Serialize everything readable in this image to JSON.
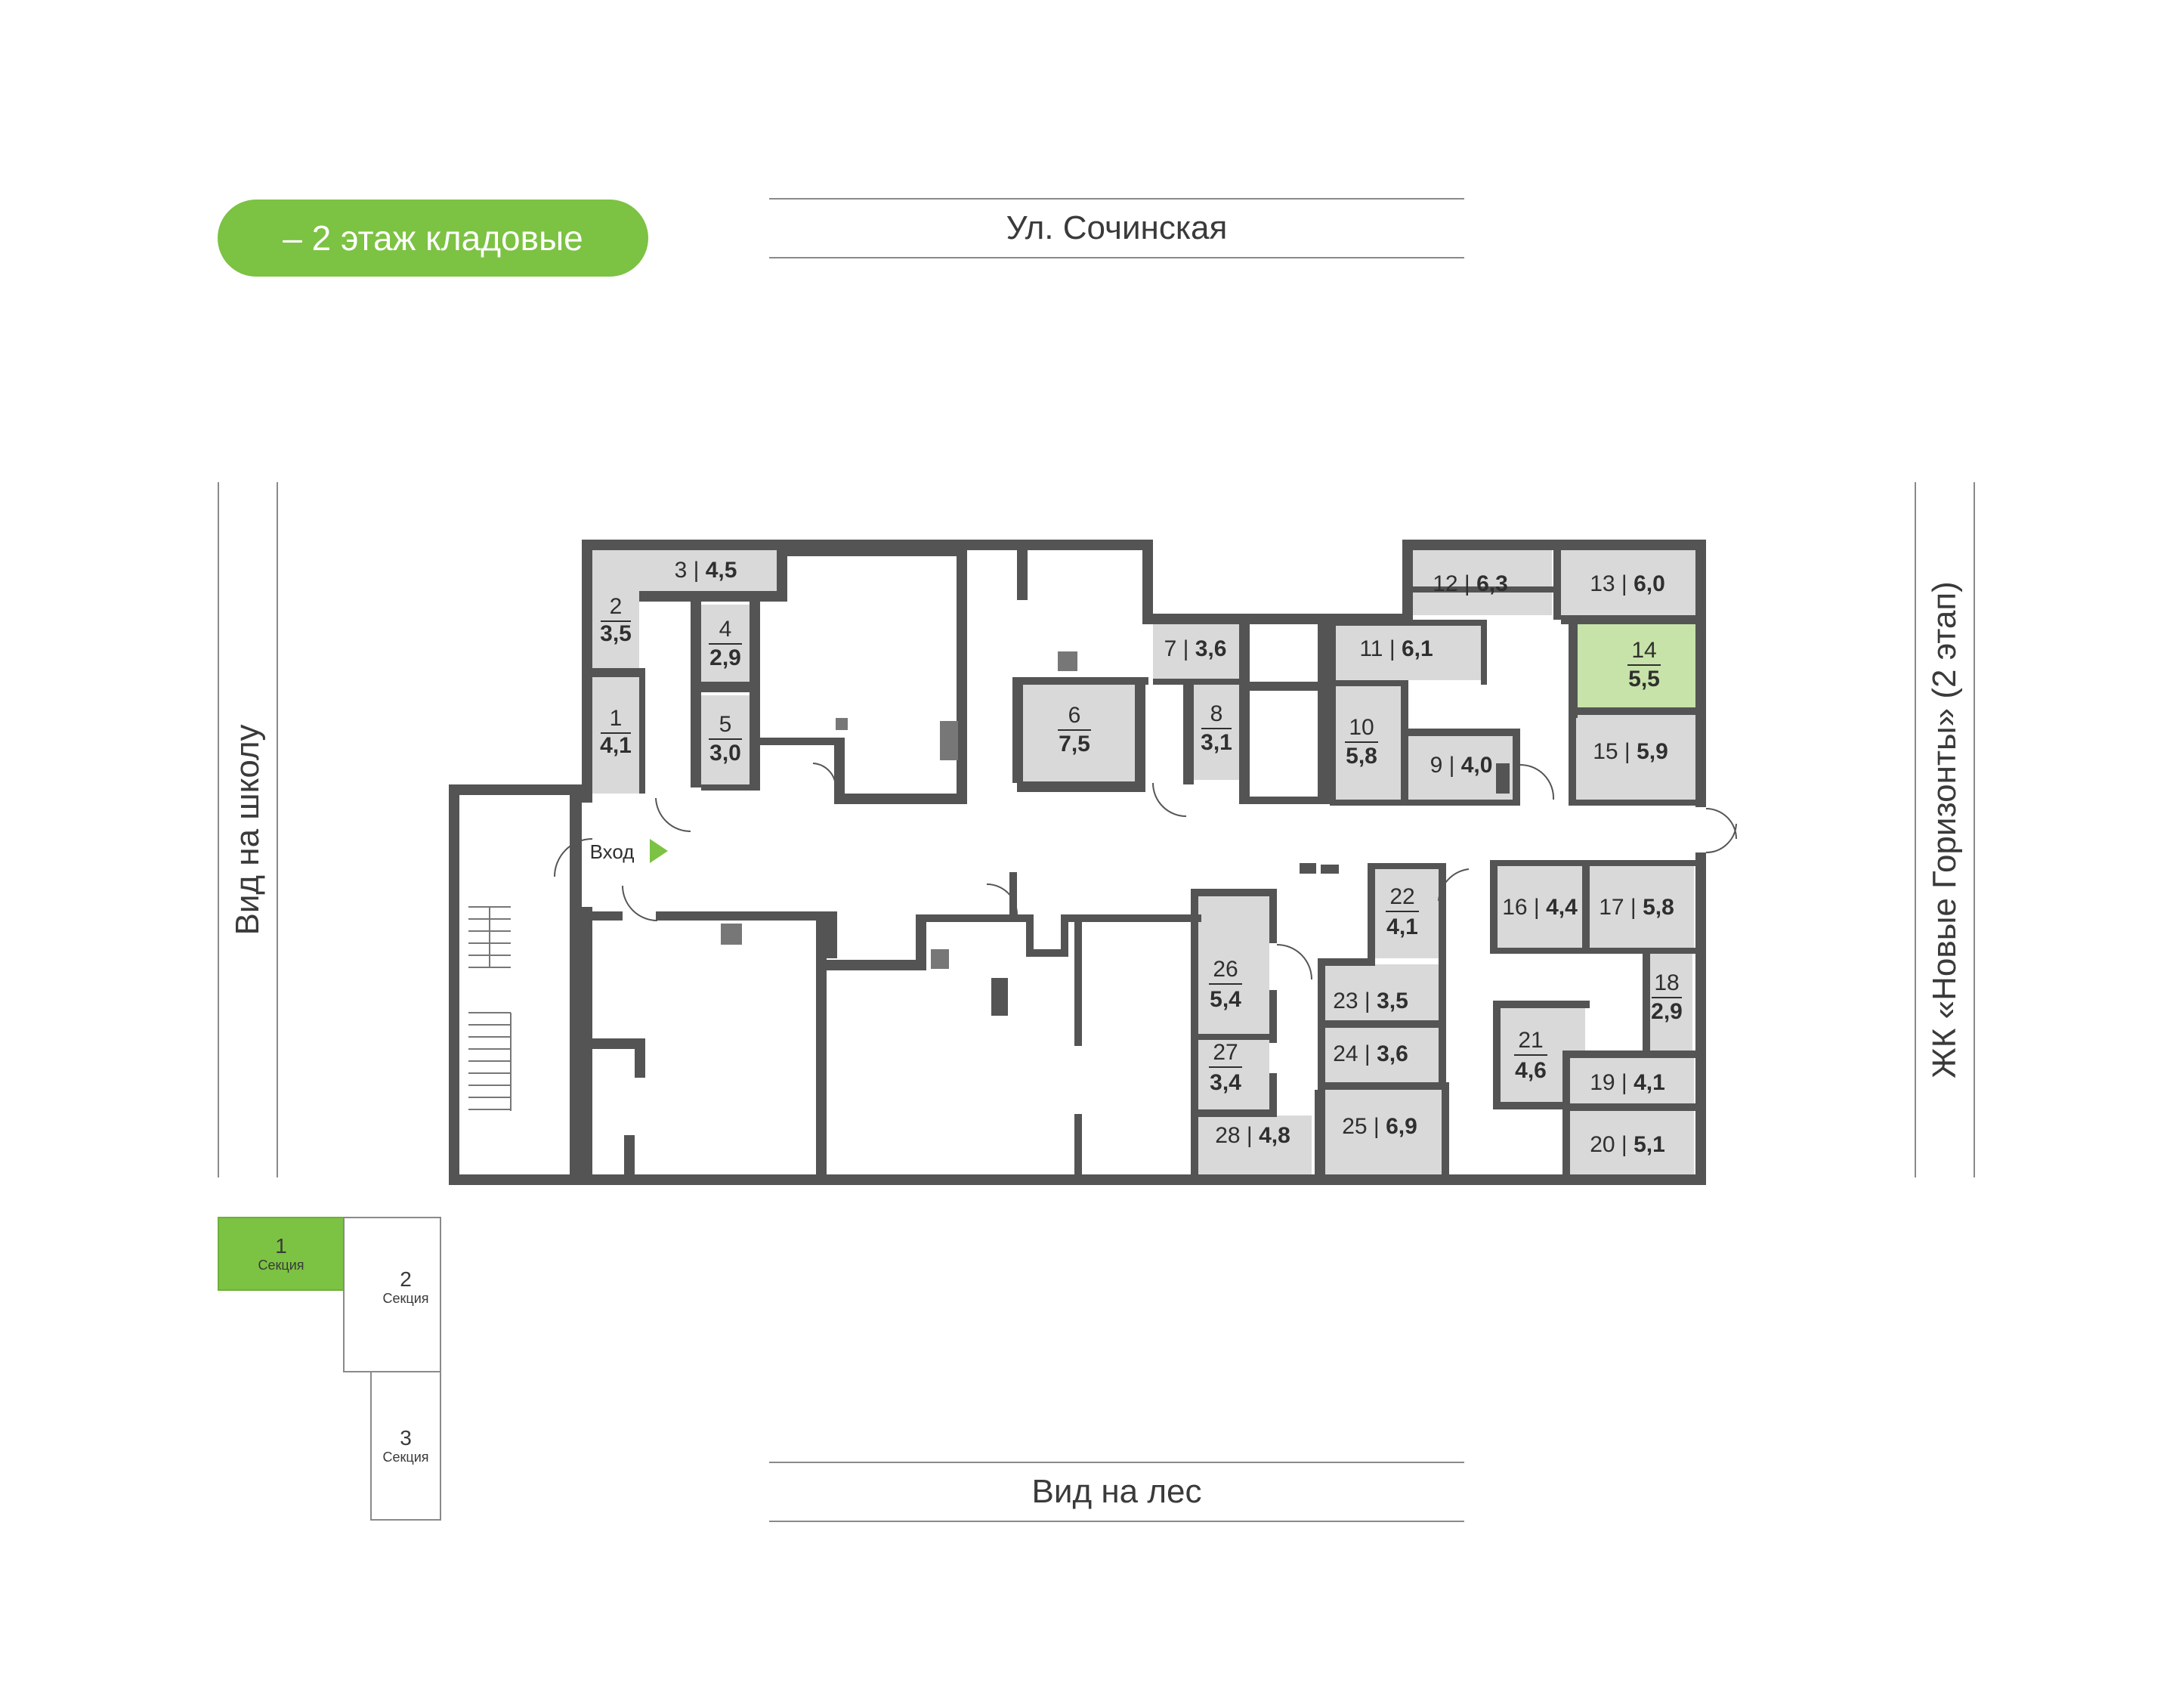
{
  "floor_badge": "– 2 этаж кладовые",
  "streets": {
    "top": "Ул. Сочинская",
    "bottom": "Вид на лес",
    "left": "Вид на школу",
    "right": "ЖК «Новые Горизонты» (2 этап)"
  },
  "entrance_label": "Вход",
  "colors": {
    "accent": "#7cc243",
    "room": "#d9d9d9",
    "room_selected": "#c7e3a9",
    "wall": "#545454"
  },
  "rooms": [
    {
      "id": "room-1",
      "number": "1",
      "area": "4,1",
      "selected": false
    },
    {
      "id": "room-2",
      "number": "2",
      "area": "3,5",
      "selected": false
    },
    {
      "id": "room-3",
      "number": "3",
      "area": "4,5",
      "selected": false
    },
    {
      "id": "room-4",
      "number": "4",
      "area": "2,9",
      "selected": false
    },
    {
      "id": "room-5",
      "number": "5",
      "area": "3,0",
      "selected": false
    },
    {
      "id": "room-6",
      "number": "6",
      "area": "7,5",
      "selected": false
    },
    {
      "id": "room-7",
      "number": "7",
      "area": "3,6",
      "selected": false
    },
    {
      "id": "room-8",
      "number": "8",
      "area": "3,1",
      "selected": false
    },
    {
      "id": "room-9",
      "number": "9",
      "area": "4,0",
      "selected": false
    },
    {
      "id": "room-10",
      "number": "10",
      "area": "5,8",
      "selected": false
    },
    {
      "id": "room-11",
      "number": "11",
      "area": "6,1",
      "selected": false
    },
    {
      "id": "room-12",
      "number": "12",
      "area": "6,3",
      "selected": false
    },
    {
      "id": "room-13",
      "number": "13",
      "area": "6,0",
      "selected": false
    },
    {
      "id": "room-14",
      "number": "14",
      "area": "5,5",
      "selected": true
    },
    {
      "id": "room-15",
      "number": "15",
      "area": "5,9",
      "selected": false
    },
    {
      "id": "room-16",
      "number": "16",
      "area": "4,4",
      "selected": false
    },
    {
      "id": "room-17",
      "number": "17",
      "area": "5,8",
      "selected": false
    },
    {
      "id": "room-18",
      "number": "18",
      "area": "2,9",
      "selected": false
    },
    {
      "id": "room-19",
      "number": "19",
      "area": "4,1",
      "selected": false
    },
    {
      "id": "room-20",
      "number": "20",
      "area": "5,1",
      "selected": false
    },
    {
      "id": "room-21",
      "number": "21",
      "area": "4,6",
      "selected": false
    },
    {
      "id": "room-22",
      "number": "22",
      "area": "4,1",
      "selected": false
    },
    {
      "id": "room-23",
      "number": "23",
      "area": "3,5",
      "selected": false
    },
    {
      "id": "room-24",
      "number": "24",
      "area": "3,6",
      "selected": false
    },
    {
      "id": "room-25",
      "number": "25",
      "area": "6,9",
      "selected": false
    },
    {
      "id": "room-26",
      "number": "26",
      "area": "5,4",
      "selected": false
    },
    {
      "id": "room-27",
      "number": "27",
      "area": "3,4",
      "selected": false
    },
    {
      "id": "room-28",
      "number": "28",
      "area": "4,8",
      "selected": false
    }
  ],
  "sections": [
    {
      "number": "1",
      "label": "Секция",
      "active": true
    },
    {
      "number": "2",
      "label": "Секция",
      "active": false
    },
    {
      "number": "3",
      "label": "Секция",
      "active": false
    }
  ]
}
